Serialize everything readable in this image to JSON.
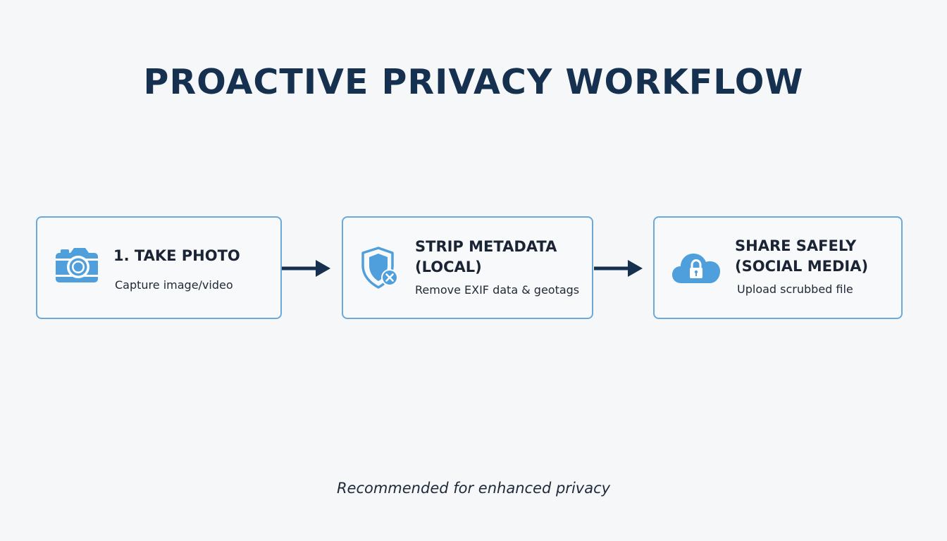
{
  "title": "PROACTIVE PRIVACY WORKFLOW",
  "steps": [
    {
      "icon": "camera-icon",
      "heading_line1": "1. TAKE PHOTO",
      "description": "Capture image/video"
    },
    {
      "icon": "shield-x-icon",
      "heading_line1": "STRIP METADATA",
      "heading_line2": "(LOCAL)",
      "description": "Remove EXIF data & geotags"
    },
    {
      "icon": "cloud-lock-icon",
      "heading_line1": "SHARE SAFELY",
      "heading_line2": "(SOCIAL MEDIA)",
      "description": "Upload scrubbed file"
    }
  ],
  "footer": "Recommended for enhanced privacy",
  "colors": {
    "title": "#16304f",
    "box_border": "#6aa9da",
    "icon_blue": "#4e9fdc",
    "arrow": "#16304f",
    "background": "#f6f7f9"
  }
}
